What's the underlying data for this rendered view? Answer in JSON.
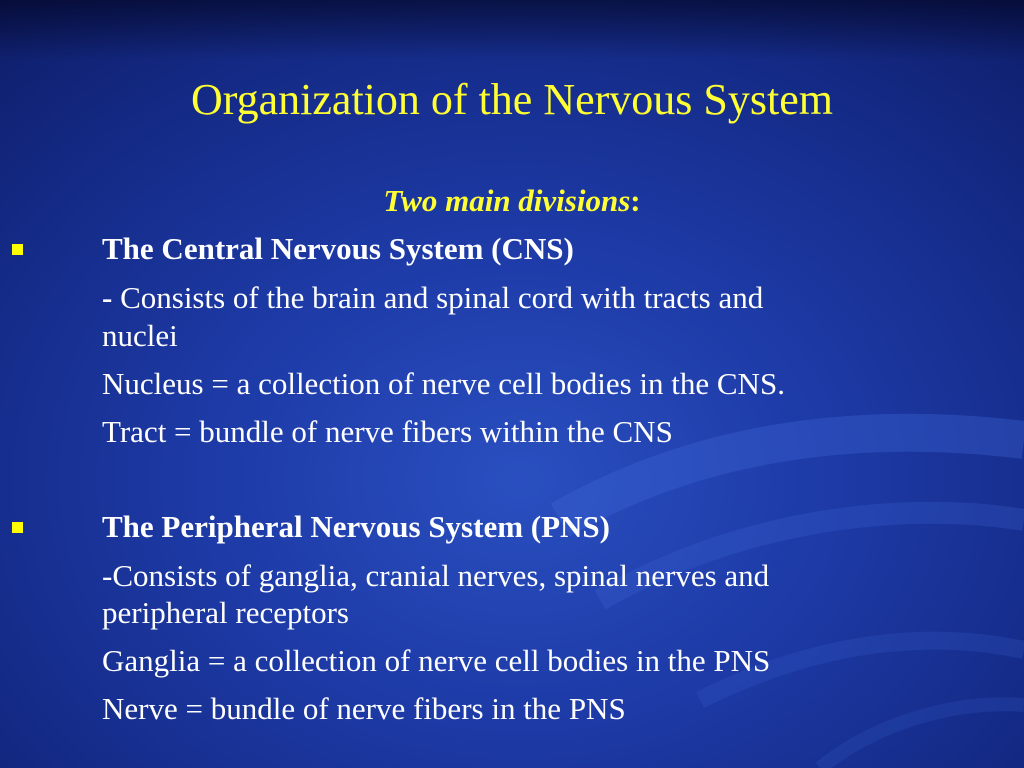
{
  "slide": {
    "title": "Organization of the Nervous System",
    "subtitle_italic": "Two main divisions",
    "subtitle_suffix": ":",
    "colors": {
      "background": "#1d3aa6",
      "title": "#ffff33",
      "body": "#ffffff",
      "bullet": "#ffff00"
    },
    "cns": {
      "heading": "The Central Nervous System (CNS)",
      "dash": "-",
      "desc_line1": " Consists of the brain and spinal cord with tracts and",
      "desc_line2": "nuclei",
      "nucleus": "Nucleus = a collection of nerve cell bodies in the CNS.",
      "tract": "Tract = bundle of nerve fibers within the CNS"
    },
    "pns": {
      "heading": "The  Peripheral Nervous System (PNS)",
      "desc_line1": "-Consists of ganglia, cranial nerves, spinal nerves and",
      "desc_line2": "peripheral receptors",
      "ganglia": "Ganglia = a collection of nerve cell bodies in the PNS",
      "nerve": "Nerve = bundle of nerve fibers in the PNS"
    }
  }
}
